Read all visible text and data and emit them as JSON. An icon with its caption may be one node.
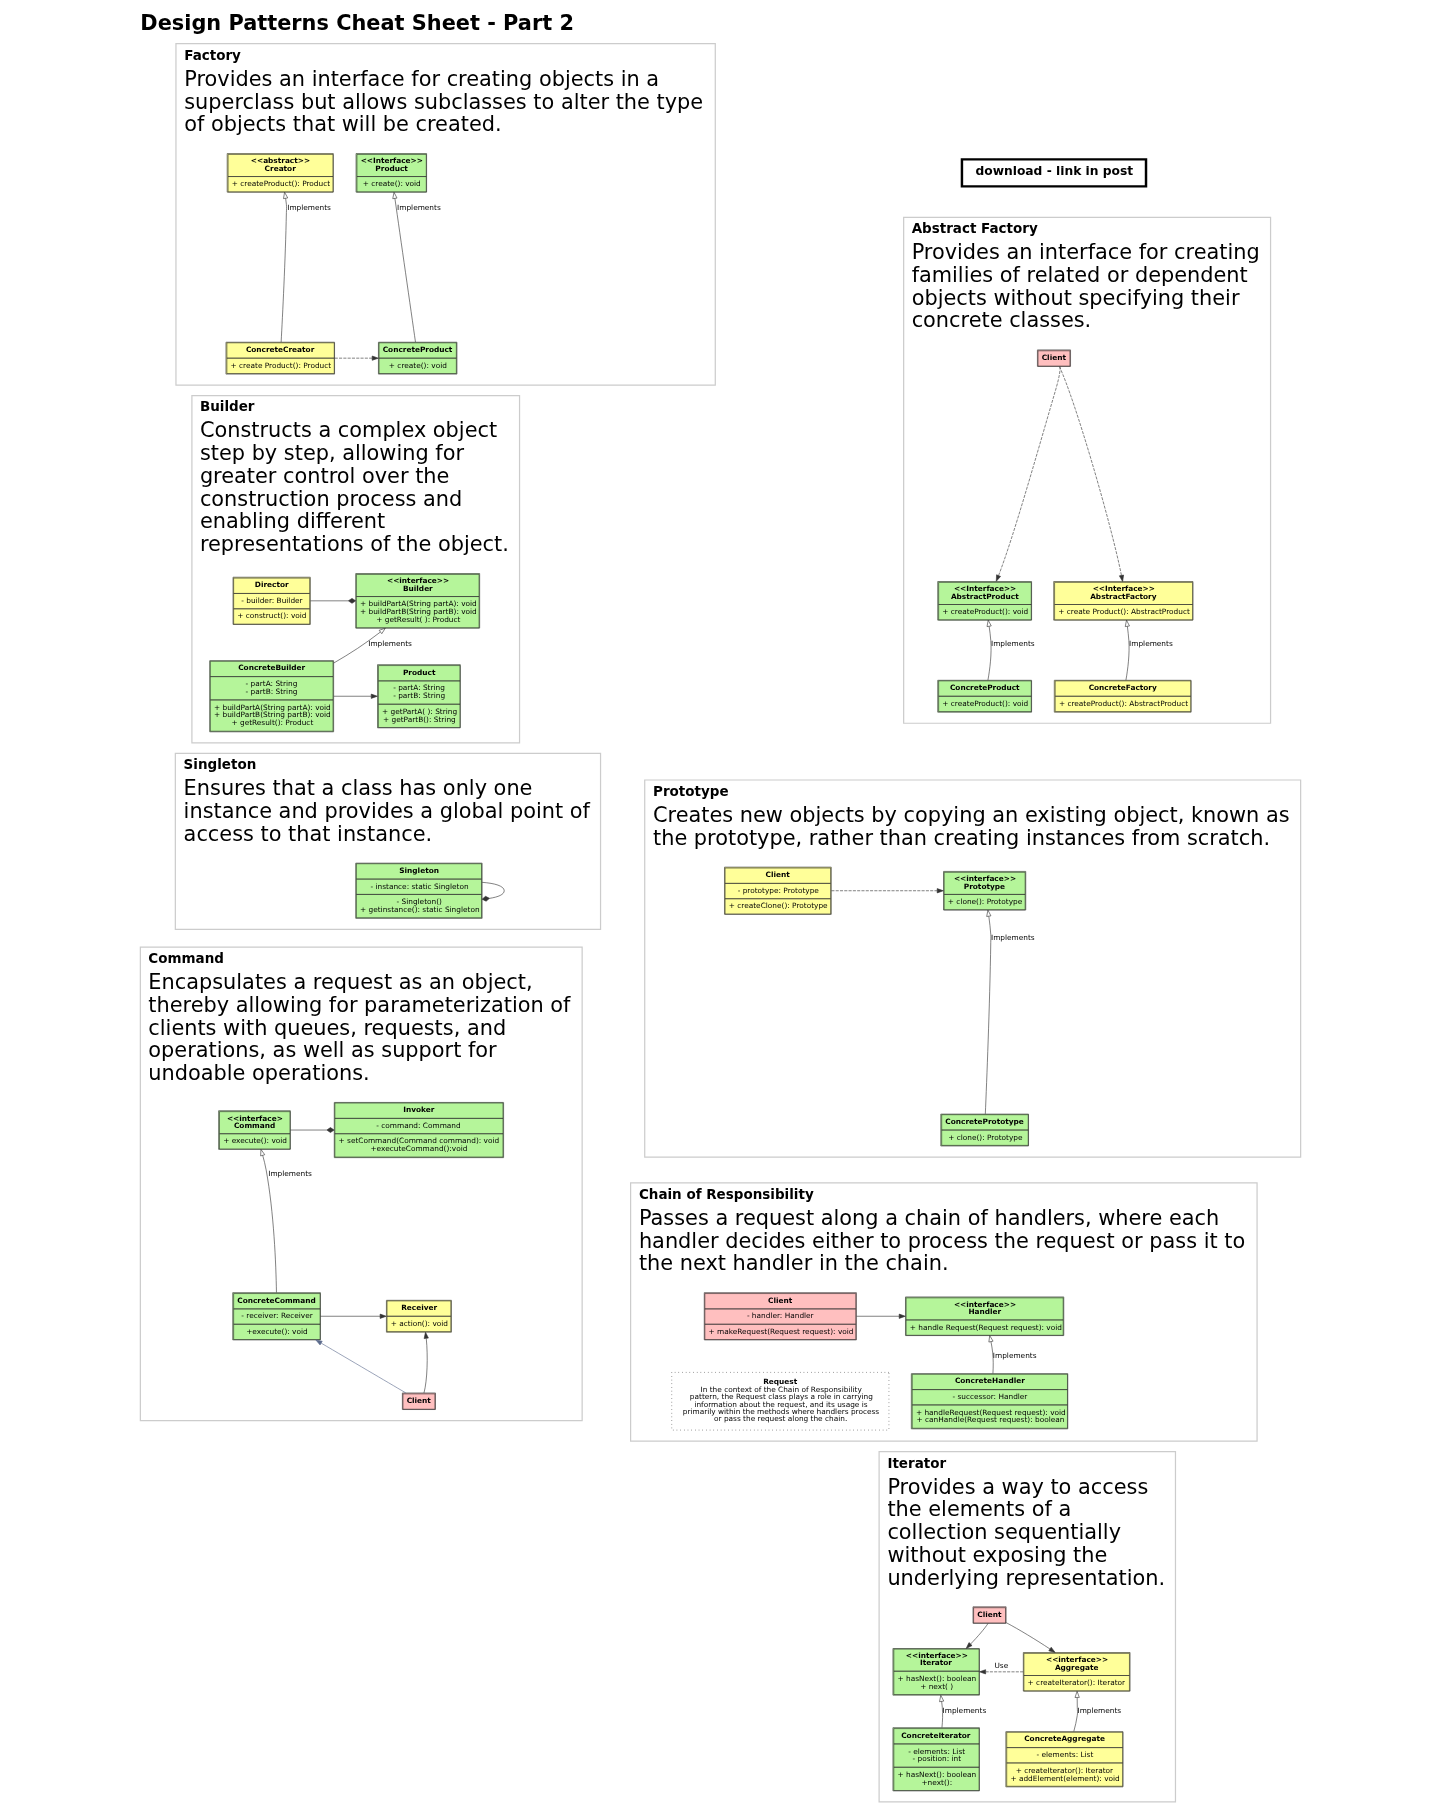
{
  "diagram": {
    "title": "Design Patterns Cheat Sheet - Part 2",
    "nodes": [
      {
        "text": [
          "Factory",
          "Provides an interface for creating objects in a superclass but allows subclasses to alter the type of objects that will be created."
        ]
      },
      {
        "text": [
          "<<Interface>>",
          "Product",
          "+ create(): void"
        ],
        "in": 0
      },
      {
        "text": [
          "<<abstract>>",
          "Creator",
          "+ createProduct(): Product"
        ],
        "in": 0
      },
      {
        "text": [
          "ConcreteProduct",
          "+ create(): void"
        ],
        "in": 0
      },
      {
        "text": [
          "ConcreteCreator",
          "+ create Product(): Product"
        ],
        "in": 0
      },
      {
        "text": [
          "Abstract Factory",
          "Provides an interface for creating families of related or dependent objects without specifying their concrete classes."
        ]
      },
      {
        "text": [
          "Client"
        ],
        "in": 5
      },
      {
        "text": [
          "<<Interface>>",
          "AbstractProduct",
          "+ createProduct(): void"
        ],
        "in": 5
      },
      {
        "text": [
          "<<Interface>>",
          "AbstractFactory",
          "+ create Product(): AbstractProduct"
        ],
        "in": 5
      },
      {
        "text": [
          "ConcreteProduct",
          "+ createProduct(): void"
        ],
        "in": 5
      },
      {
        "text": [
          "ConcreteFactory",
          "+ createProduct(): AbstractProduct"
        ],
        "in": 5
      },
      {
        "text": [
          "Builder",
          "Constructs a complex object step by step, allowing for greater control over the construction process and enabling different representations of the object."
        ]
      },
      {
        "text": [
          "<<interface>>",
          "Builder",
          "+ buildPartA(String partA): void",
          "+ buildPartB(String partB): void",
          "+ getResult( ): Product"
        ],
        "in": 11
      },
      {
        "text": [
          "Director",
          "- builder: Builder",
          "+ construct(): void"
        ],
        "in": 11
      },
      {
        "text": [
          "Product",
          "- partA: String",
          "- partB: String",
          "+ getPartA( ): String",
          "+ getPartB(): String"
        ],
        "in": 11
      },
      {
        "text": [
          "ConcreteBuilder",
          "- partA: String",
          "- partB: String",
          "+ buildPartA(String partA): void",
          "+ buildPartB(String partB): void",
          "+ getResult(): Product"
        ],
        "in": 11
      },
      {
        "text": [
          "Prototype",
          "Creates new objects by copying an existing object, known as the prototype, rather than creating instances from scratch."
        ]
      },
      {
        "text": [
          "<<interface>>",
          "Prototype",
          "+ clone(): Prototype"
        ],
        "in": 16
      },
      {
        "text": [
          "Client",
          "- prototype: Prototype",
          "+ createClone(): Prototype"
        ],
        "in": 16
      },
      {
        "text": [
          "ConcretePrototype",
          "+ clone(): Prototype"
        ],
        "in": 16
      },
      {
        "text": [
          "Singleton",
          "Ensures that a class has only one instance and provides a global point of access to that instance."
        ]
      },
      {
        "text": [
          "Singleton",
          "- instance: static Singleton",
          "- Singleton()",
          "+ getinstance(): static Singleton"
        ],
        "in": 20
      },
      {
        "text": [
          "Chain of Responsibility",
          "Passes a request along a chain of handlers, where each handler decides either to process the request or pass it to the next handler in the chain."
        ]
      },
      {
        "text": [
          "<<interface>>",
          "Handler",
          "+ handle Request(Request request): void"
        ],
        "in": 22
      },
      {
        "text": [
          "Client",
          "- handler: Handler",
          "+ makeRequest(Request request): void"
        ],
        "in": 22
      },
      {
        "text": [
          "ConcreteHandler",
          "- successor: Handler",
          "+ handleRequest(Request request): void",
          "+ canHandle(Request request): boolean"
        ],
        "in": 22
      },
      {
        "text": [
          "Request",
          "In the context of the Chain of Responsibility pattern, the Request class plays a role in carrying information about the request, and its usage is primarily within the methods where handlers process or pass the request along the chain."
        ],
        "in": 22
      },
      {
        "text": [
          "Command",
          "Encapsulates a request as an object, thereby allowing for parameterization of clients with queues, requests, and operations, as well as support for undoable operations."
        ]
      },
      {
        "text": [
          "Invoker",
          "- command: Command",
          "+ setCommand(Command command): void",
          "+executeCommand():void"
        ],
        "in": 27
      },
      {
        "text": [
          "<<interface>",
          "Command",
          "+ execute(): void"
        ],
        "in": 27
      },
      {
        "text": [
          "Receiver",
          "+ action(): void"
        ],
        "in": 27
      },
      {
        "text": [
          "ConcreteCommand",
          "- receiver: Receiver",
          "+execute(): void"
        ],
        "in": 27
      },
      {
        "text": [
          "Client"
        ],
        "in": 27
      },
      {
        "text": [
          "Iterator",
          "Provides a way to access the elements of a collection sequentially without exposing the underlying representation."
        ]
      },
      {
        "text": [
          "Client"
        ],
        "in": 33
      },
      {
        "text": [
          "<<interface>>",
          "Iterator",
          "+ hasNext(): boolean",
          "+ next( )"
        ],
        "in": 33
      },
      {
        "text": [
          "<<interface>>",
          "Aggregate",
          "+ createIterator(): Iterator"
        ],
        "in": 33
      },
      {
        "text": [
          "ConcreteIterator",
          "- elements: List",
          "- position: int",
          "+ hasNext(): boolean",
          "+next():"
        ],
        "in": 33
      },
      {
        "text": [
          "ConcreteAggregate",
          "- elements: List",
          "+ createIterator(): Iterator",
          "+ addElement(element): void"
        ],
        "in": 33
      },
      {
        "text": [
          "download - link in post"
        ]
      }
    ],
    "edges": [
      {
        "from": 3,
        "to": 1,
        "arrow": "to",
        "label": "Implements"
      },
      {
        "from": 4,
        "to": 2,
        "arrow": "to",
        "label": "Implements"
      },
      {
        "from": 4,
        "to": 3,
        "arrow": "to",
        "style": "dashed"
      },
      {
        "from": 6,
        "to": 7,
        "arrow": "to",
        "style": "dashed"
      },
      {
        "from": 6,
        "to": 8,
        "arrow": "to",
        "style": "dashed"
      },
      {
        "from": 9,
        "to": 7,
        "arrow": "to",
        "label": "Implements"
      },
      {
        "from": 10,
        "to": 8,
        "arrow": "to",
        "label": "Implements"
      },
      {
        "from": 13,
        "to": 12,
        "arrow": "other"
      },
      {
        "from": 15,
        "to": 12,
        "arrow": "to",
        "label": "Implements"
      },
      {
        "from": 15,
        "to": 14,
        "arrow": "to"
      },
      {
        "from": 18,
        "to": 17,
        "arrow": "to",
        "style": "dashed"
      },
      {
        "from": 19,
        "to": 17,
        "arrow": "to",
        "label": "Implements"
      },
      {
        "from": 21,
        "to": 21,
        "arrow": "other"
      },
      {
        "from": 24,
        "to": 23,
        "arrow": "to"
      },
      {
        "from": 25,
        "to": 23,
        "arrow": "to",
        "label": "Implements"
      },
      {
        "from": 29,
        "to": 28,
        "arrow": "other"
      },
      {
        "from": 31,
        "to": 29,
        "arrow": "to",
        "label": "Implements"
      },
      {
        "from": 31,
        "to": 30,
        "arrow": "to"
      },
      {
        "from": 32,
        "to": 30,
        "arrow": "to"
      },
      {
        "from": 32,
        "to": 31,
        "arrow": "to",
        "color": "#5b6b8c"
      },
      {
        "from": 34,
        "to": 35,
        "arrow": "to"
      },
      {
        "from": 34,
        "to": 36,
        "arrow": "to"
      },
      {
        "from": 36,
        "to": 35,
        "arrow": "to",
        "label": "Use",
        "style": "dashed"
      },
      {
        "from": 37,
        "to": 35,
        "arrow": "to",
        "label": "Implements"
      },
      {
        "from": 38,
        "to": 36,
        "arrow": "to",
        "label": "Implements"
      }
    ]
  }
}
